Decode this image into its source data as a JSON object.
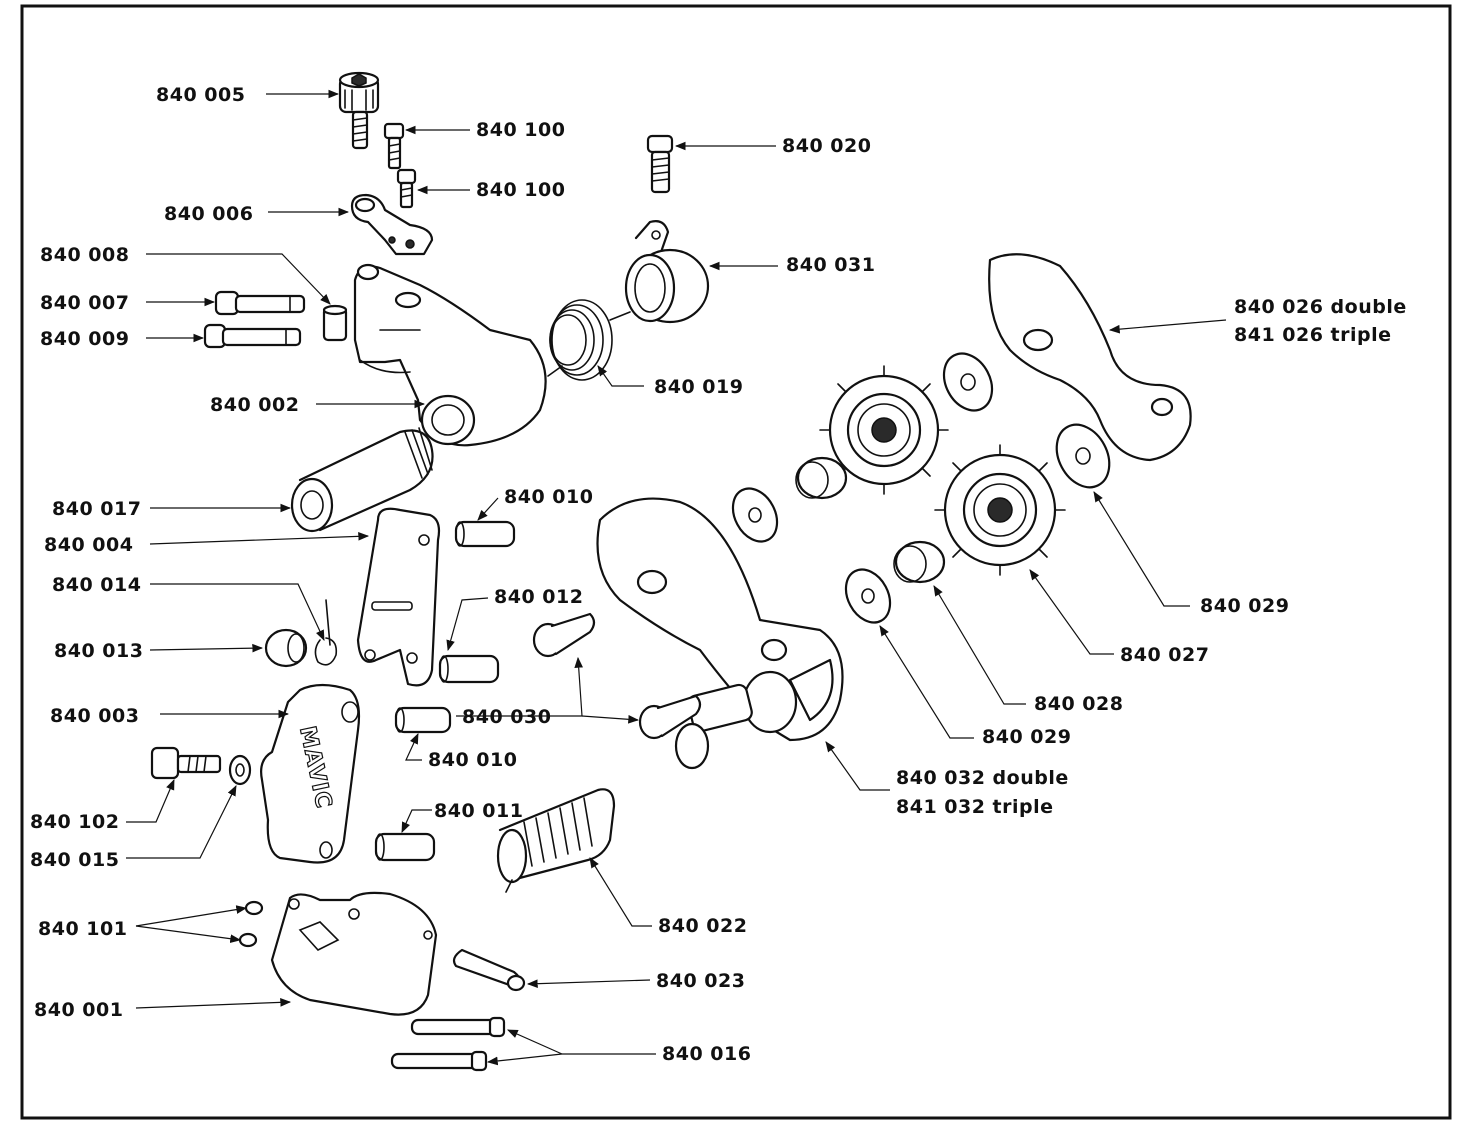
{
  "brand": "MAVIC",
  "labels": {
    "p840005": "840 005",
    "p840100a": "840 100",
    "p840100b": "840 100",
    "p840020": "840 020",
    "p840006": "840 006",
    "p840008": "840 008",
    "p840031": "840 031",
    "p840007": "840 007",
    "p840009": "840 009",
    "p840026": "840 026 double",
    "p841026": "841 026  triple",
    "p840019": "840 019",
    "p840002": "840 002",
    "p840017": "840 017",
    "p840010a": "840 010",
    "p840004": "840 004",
    "p840014": "840 014",
    "p840012": "840 012",
    "p840029a": "840 029",
    "p840013": "840 013",
    "p840027": "840 027",
    "p840003": "840 003",
    "p840030": "840 030",
    "p840028": "840 028",
    "p840029b": "840 029",
    "p840010b": "840 010",
    "p840032": "840 032 double",
    "p841032": "841 032  triple",
    "p840102": "840 102",
    "p840011": "840 011",
    "p840015": "840 015",
    "p840022": "840 022",
    "p840101": "840 101",
    "p840023": "840 023",
    "p840001": "840 001",
    "p840016": "840 016"
  }
}
